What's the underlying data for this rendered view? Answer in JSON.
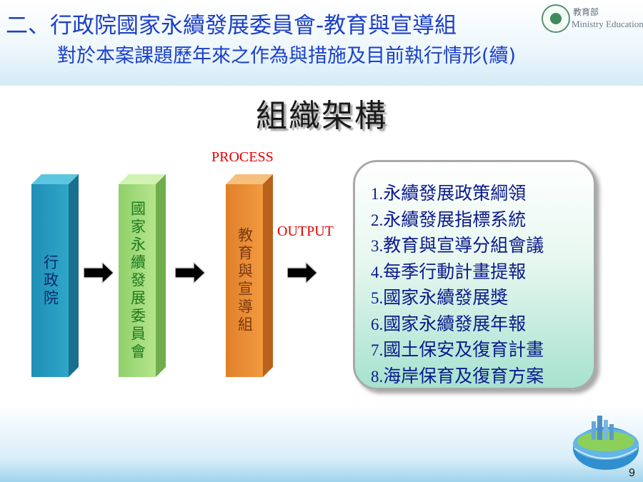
{
  "header": {
    "title_line1": "二、行政院國家永續發展委員會-教育與宣導組",
    "title_line2": "對於本案課題歷年來之作為與措施及目前執行情形(續)"
  },
  "logo": {
    "name_cn": "教育部",
    "name_en": "Ministry Education"
  },
  "slide": {
    "main_title": "組織架構",
    "process_label": "PROCESS",
    "output_label": "OUTPUT",
    "page_number": "9"
  },
  "pillars": [
    {
      "label": "行政院",
      "color": "#2fa6c8"
    },
    {
      "label": "國家永續發展委員會",
      "color": "#b6e58c"
    },
    {
      "label": "教育與宣導組",
      "color": "#f29a40"
    }
  ],
  "outputs": [
    {
      "num": "1.",
      "text": "永續發展政策綱領"
    },
    {
      "num": "2.",
      "text": "永續發展指標系統"
    },
    {
      "num": "3.",
      "text": "教育與宣導分組會議"
    },
    {
      "num": "4.",
      "text": "每季行動計畫提報"
    },
    {
      "num": "5.",
      "text": "國家永續發展獎"
    },
    {
      "num": "6.",
      "text": "國家永續發展年報"
    },
    {
      "num": "7.",
      "text": "國土保安及復育計畫"
    },
    {
      "num": "8.",
      "text": "海岸保育及復育方案"
    }
  ],
  "colors": {
    "title_blue": "#1b40c8",
    "label_red": "#e00000",
    "list_blue": "#0a1a8c"
  }
}
